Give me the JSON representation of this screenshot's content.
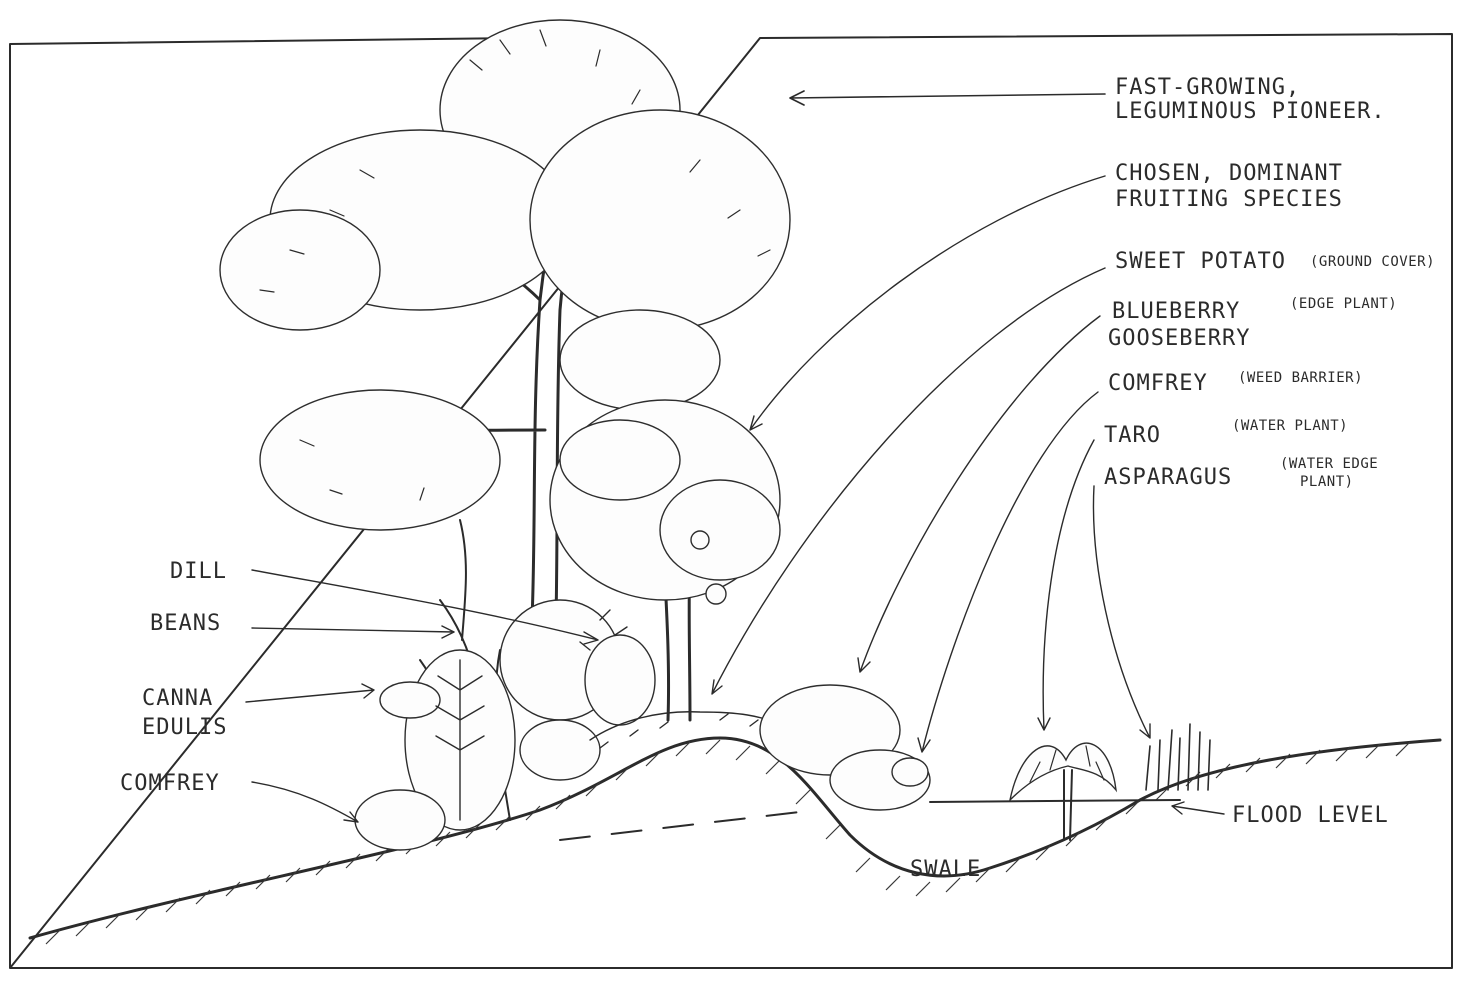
{
  "labels": {
    "pioneer_1": "FAST-GROWING,",
    "pioneer_2": "LEGUMINOUS PIONEER.",
    "dominant_1": "CHOSEN, DOMINANT",
    "dominant_2": "FRUITING SPECIES",
    "sweet_potato": "SWEET POTATO",
    "sweet_potato_note": "(GROUND COVER)",
    "blueberry": "BLUEBERRY",
    "blueberry_note": "(EDGE PLANT)",
    "gooseberry": "GOOSEBERRY",
    "comfrey_right": "COMFREY",
    "comfrey_right_note": "(WEED BARRIER)",
    "taro": "TARO",
    "taro_note": "(WATER PLANT)",
    "asparagus": "ASPARAGUS",
    "asparagus_note_1": "(WATER EDGE",
    "asparagus_note_2": "PLANT)",
    "dill": "DILL",
    "beans": "BEANS",
    "canna_1": "CANNA",
    "canna_2": "EDULIS",
    "comfrey_left": "COMFREY",
    "swale": "SWALE",
    "flood_level": "FLOOD LEVEL"
  },
  "colors": {
    "ink": "#2b2b2b",
    "paper": "#ffffff"
  }
}
